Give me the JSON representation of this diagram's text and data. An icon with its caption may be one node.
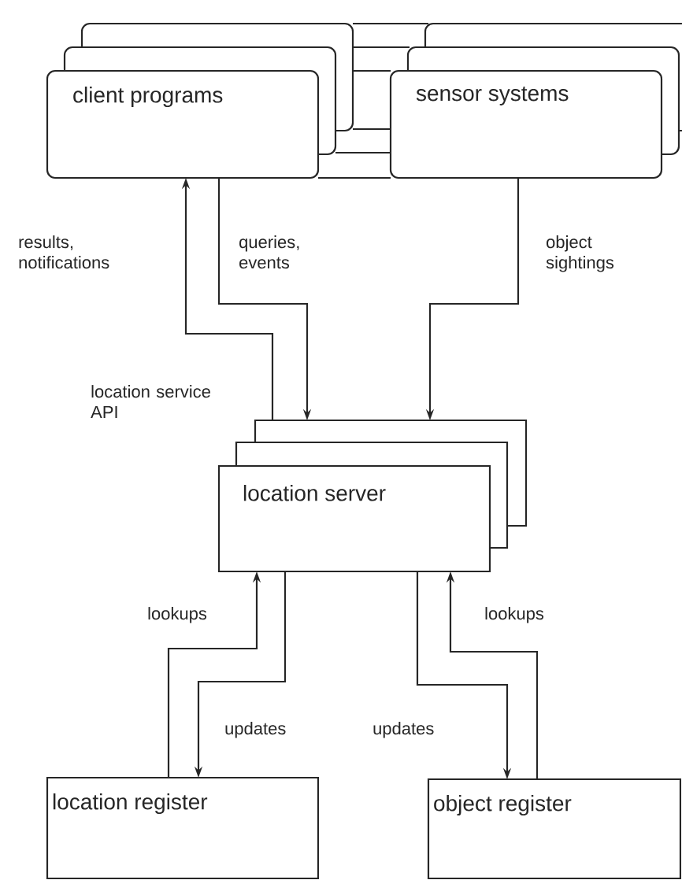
{
  "diagram": {
    "nodes": [
      {
        "text": [
          "client programs"
        ]
      },
      {
        "text": [
          "sensor systems"
        ]
      },
      {
        "text": [
          "location server"
        ]
      },
      {
        "text": [
          "location register"
        ]
      },
      {
        "text": [
          "object register"
        ]
      }
    ],
    "edges": [
      {
        "from": 2,
        "to": 0,
        "arrow": "to",
        "label": "results, notifications"
      },
      {
        "from": 0,
        "to": 2,
        "arrow": "to",
        "label": "queries, events"
      },
      {
        "from": 1,
        "to": 2,
        "arrow": "to",
        "label": "object sightings"
      },
      {
        "from": 3,
        "to": 2,
        "arrow": "to",
        "label": "lookups"
      },
      {
        "from": 2,
        "to": 3,
        "arrow": "to",
        "label": "updates"
      },
      {
        "from": 2,
        "to": 4,
        "arrow": "to",
        "label": "updates"
      },
      {
        "from": 4,
        "to": 2,
        "arrow": "to",
        "label": "lookups"
      }
    ],
    "labels": [
      "location service API"
    ]
  }
}
